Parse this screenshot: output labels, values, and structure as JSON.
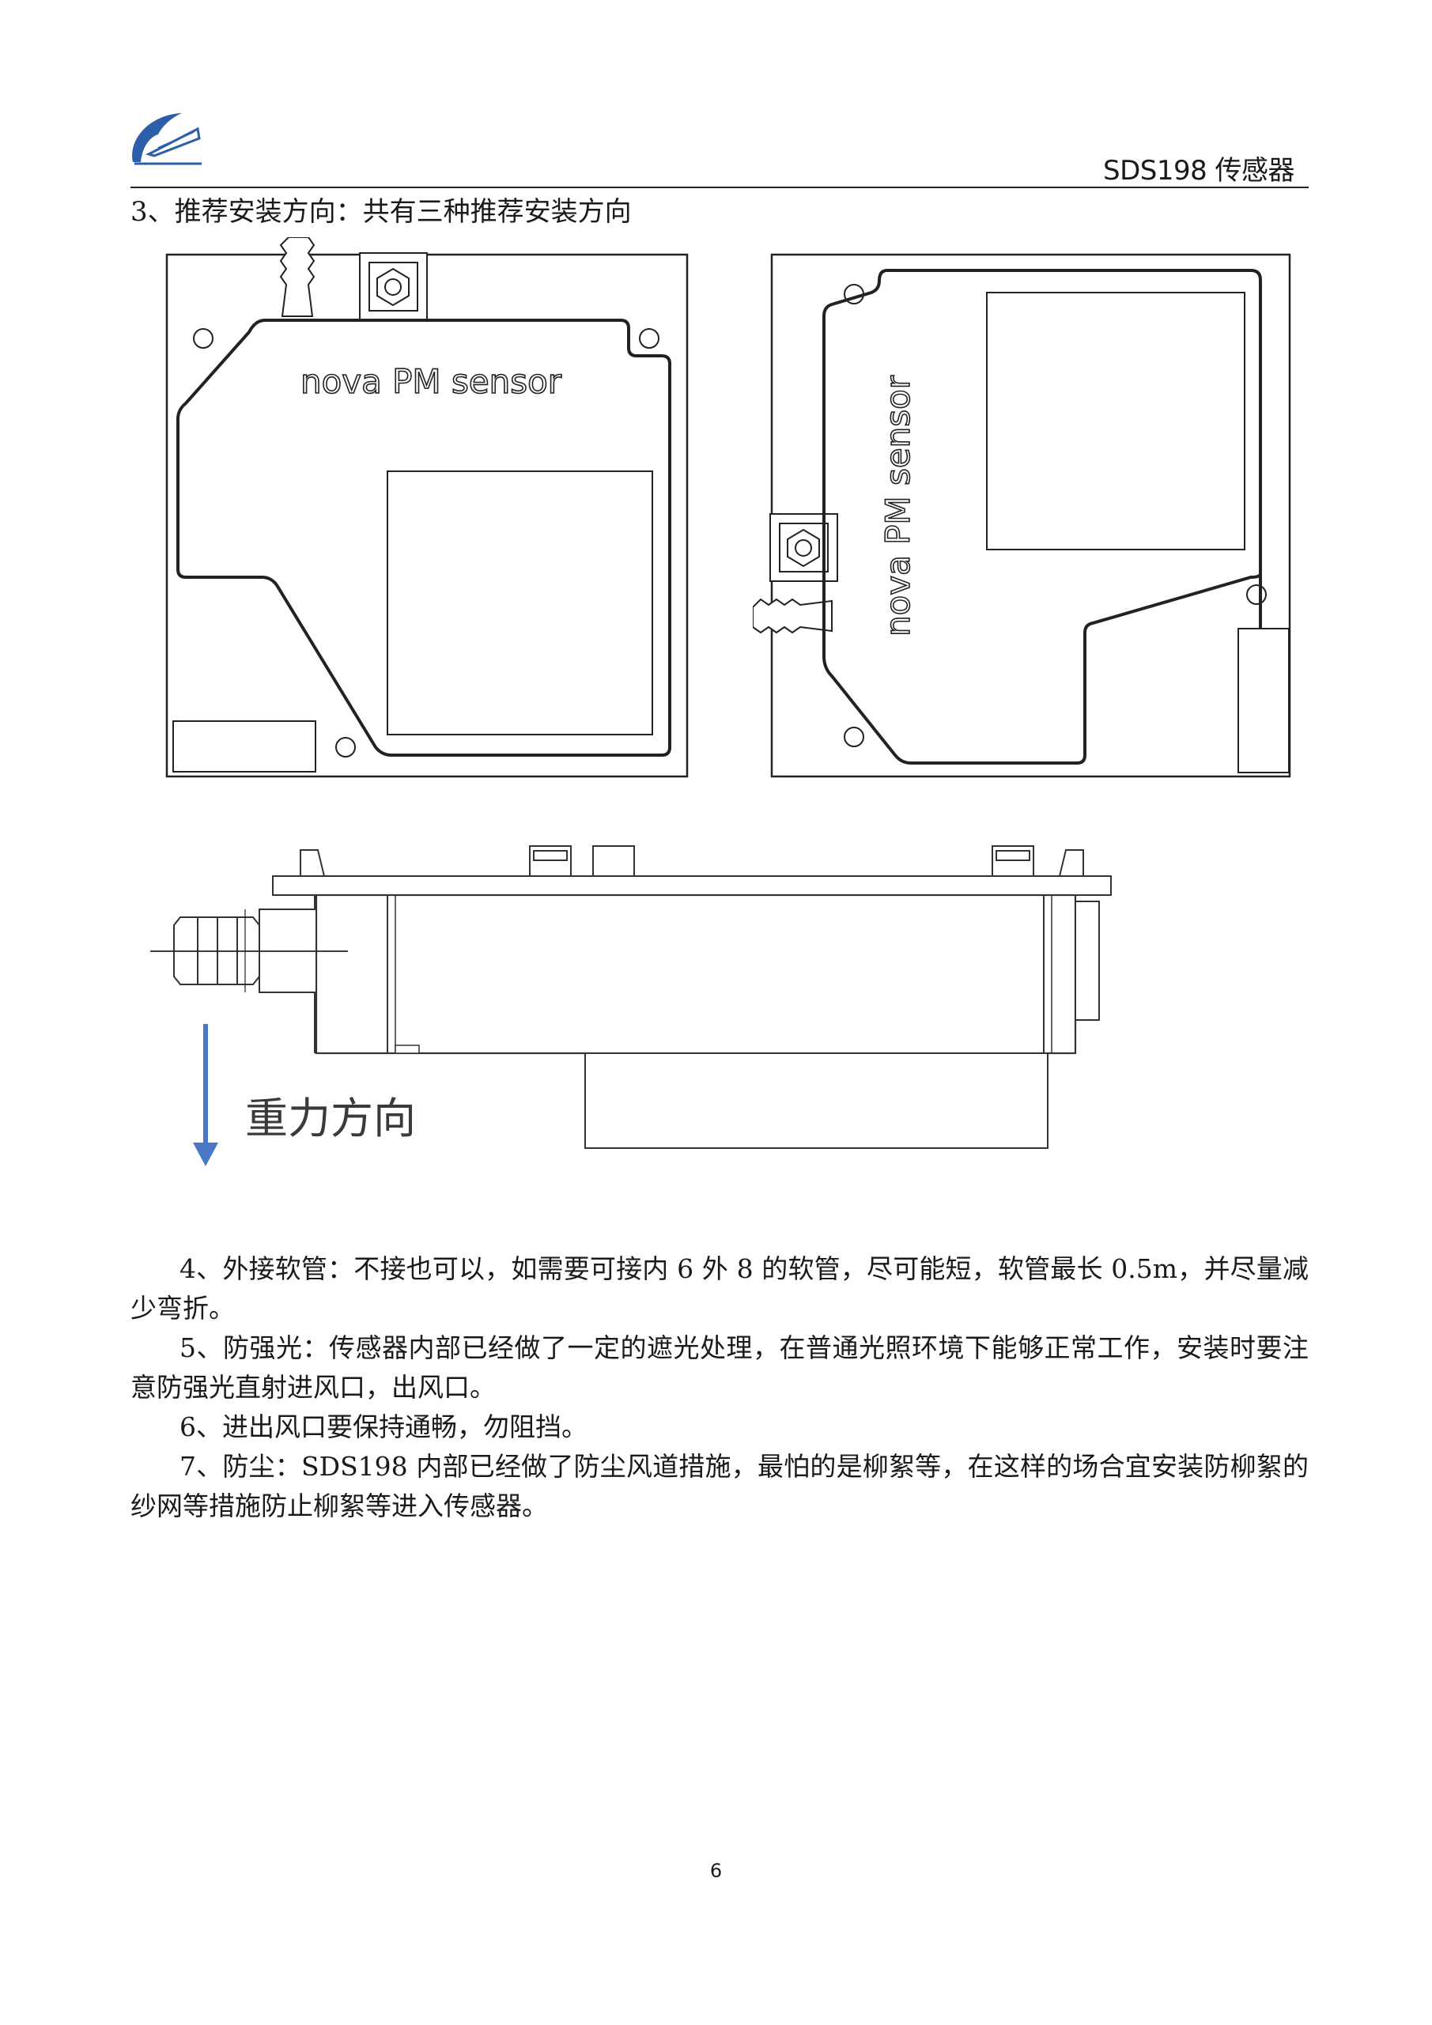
{
  "header": {
    "doc_title": "SDS198 传感器"
  },
  "section_heading": "3、推荐安装方向：共有三种推荐安装方向",
  "figures": {
    "sensor_label": "nova PM sensor",
    "gravity_label": "重力方向"
  },
  "paragraphs": [
    "4、外接软管：不接也可以，如需要可接内 6 外 8 的软管，尽可能短，软管最长 0.5m，并尽量减少弯折。",
    "5、防强光：传感器内部已经做了一定的遮光处理，在普通光照环境下能够正常工作，安装时要注意防强光直射进风口，出风口。",
    "6、进出风口要保持通畅，勿阻挡。",
    "7、防尘：SDS198 内部已经做了防尘风道措施，最怕的是柳絮等，在这样的场合宜安装防柳絮的纱网等措施防止柳絮等进入传感器。"
  ],
  "footer": {
    "page_number": "6"
  },
  "colors": {
    "arrow": "#4a78c8",
    "logo": "#2d5fa8"
  }
}
